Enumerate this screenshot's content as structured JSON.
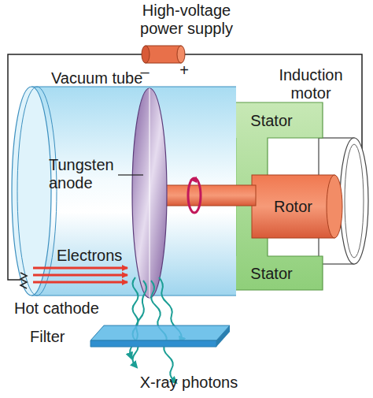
{
  "diagram": {
    "nodes": [
      {
        "text": [
          "Stator"
        ]
      },
      {
        "text": [
          "Rotor"
        ]
      },
      {
        "text": [
          "Stator"
        ]
      }
    ],
    "labels": [
      "High-voltage power supply",
      "–",
      "+",
      "Vacuum tube",
      "Induction motor",
      "Tungsten anode",
      "Electrons",
      "Hot cathode",
      "Filter",
      "X-ray photons"
    ]
  }
}
